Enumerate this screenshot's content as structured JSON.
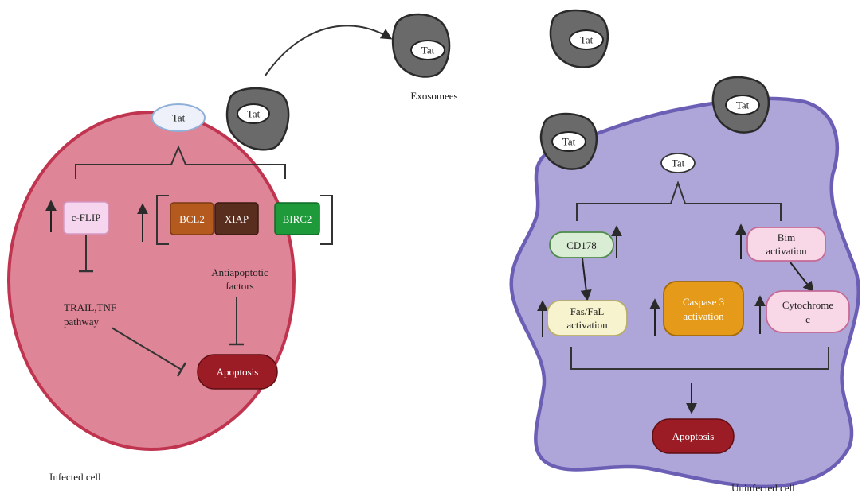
{
  "colors": {
    "infected_cell_fill": "#de8597",
    "infected_cell_stroke": "#c0344f",
    "uninfected_cell_fill": "#aea6d8",
    "uninfected_cell_stroke": "#6b5fb5",
    "exosome_fill": "#6a6a6a",
    "exosome_stroke": "#2a2a2a",
    "apoptosis_fill": "#9b1c25",
    "bcl2_fill": "#b55a1e",
    "xiap_fill": "#5a2e1e",
    "birc2_fill": "#1e9a3a",
    "caspase_fill": "#e59a1a",
    "cflip_fill": "#f6d6ee",
    "cd178_fill": "#d9ecd4",
    "fas_fill": "#f7f3cf",
    "bim_fill": "#f8d7e6"
  },
  "labels": {
    "exosomes": "Exosomees",
    "infected_cell": "Infected cell",
    "uninfected_cell": "Uninfected cell",
    "tat": "Tat",
    "antiapoptotic_line1": "Antiapoptotic",
    "antiapoptotic_line2": "factors",
    "trail_line1": "TRAIL,TNF",
    "trail_line2": "pathway"
  },
  "nodes": {
    "cflip": "c-FLIP",
    "bcl2": "BCL2",
    "xiap": "XIAP",
    "birc2": "BIRC2",
    "apoptosis_left": "Apoptosis",
    "cd178": "CD178",
    "bim_line1": "Bim",
    "bim_line2": "activation",
    "fas_line1": "Fas/FaL",
    "fas_line2": "activation",
    "caspase_line1": "Caspase 3",
    "caspase_line2": "activation",
    "cyto_line1": "Cytochrome",
    "cyto_line2": "c",
    "apoptosis_right": "Apoptosis"
  }
}
